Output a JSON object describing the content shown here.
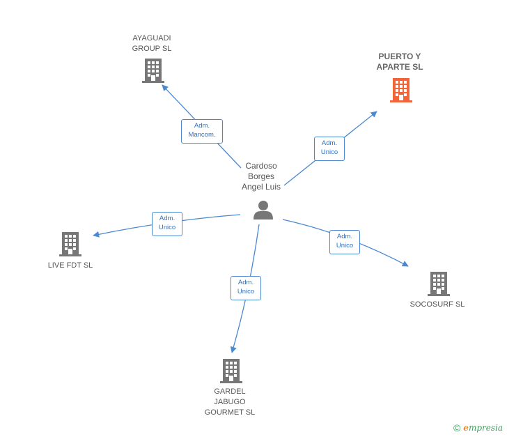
{
  "diagram": {
    "center": {
      "name": "Cardoso\nBorges\nAngel Luis",
      "icon": "person-icon"
    },
    "companies": [
      {
        "id": "ayaguadi",
        "name": "AYAGUADI\nGROUP  SL",
        "role_line1": "Adm.",
        "role_line2": "Mancom.",
        "highlight": false
      },
      {
        "id": "puerto",
        "name": "PUERTO Y\nAPARTE  SL",
        "role_line1": "Adm.",
        "role_line2": "Unico",
        "highlight": true
      },
      {
        "id": "livefdt",
        "name": "LIVE FDT  SL",
        "role_line1": "Adm.",
        "role_line2": "Unico",
        "highlight": false
      },
      {
        "id": "socosurf",
        "name": "SOCOSURF  SL",
        "role_line1": "Adm.",
        "role_line2": "Unico",
        "highlight": false
      },
      {
        "id": "gardel",
        "name": "GARDEL\nJABUGO\nGOURMET  SL",
        "role_line1": "Adm.",
        "role_line2": "Unico",
        "highlight": false
      }
    ],
    "colors": {
      "edge": "#4a88d1",
      "company_default": "#777777",
      "company_highlight": "#f0663a",
      "person": "#777777"
    }
  },
  "watermark": {
    "copyright": "©",
    "brand_first": "e",
    "brand_rest": "mpresia"
  }
}
